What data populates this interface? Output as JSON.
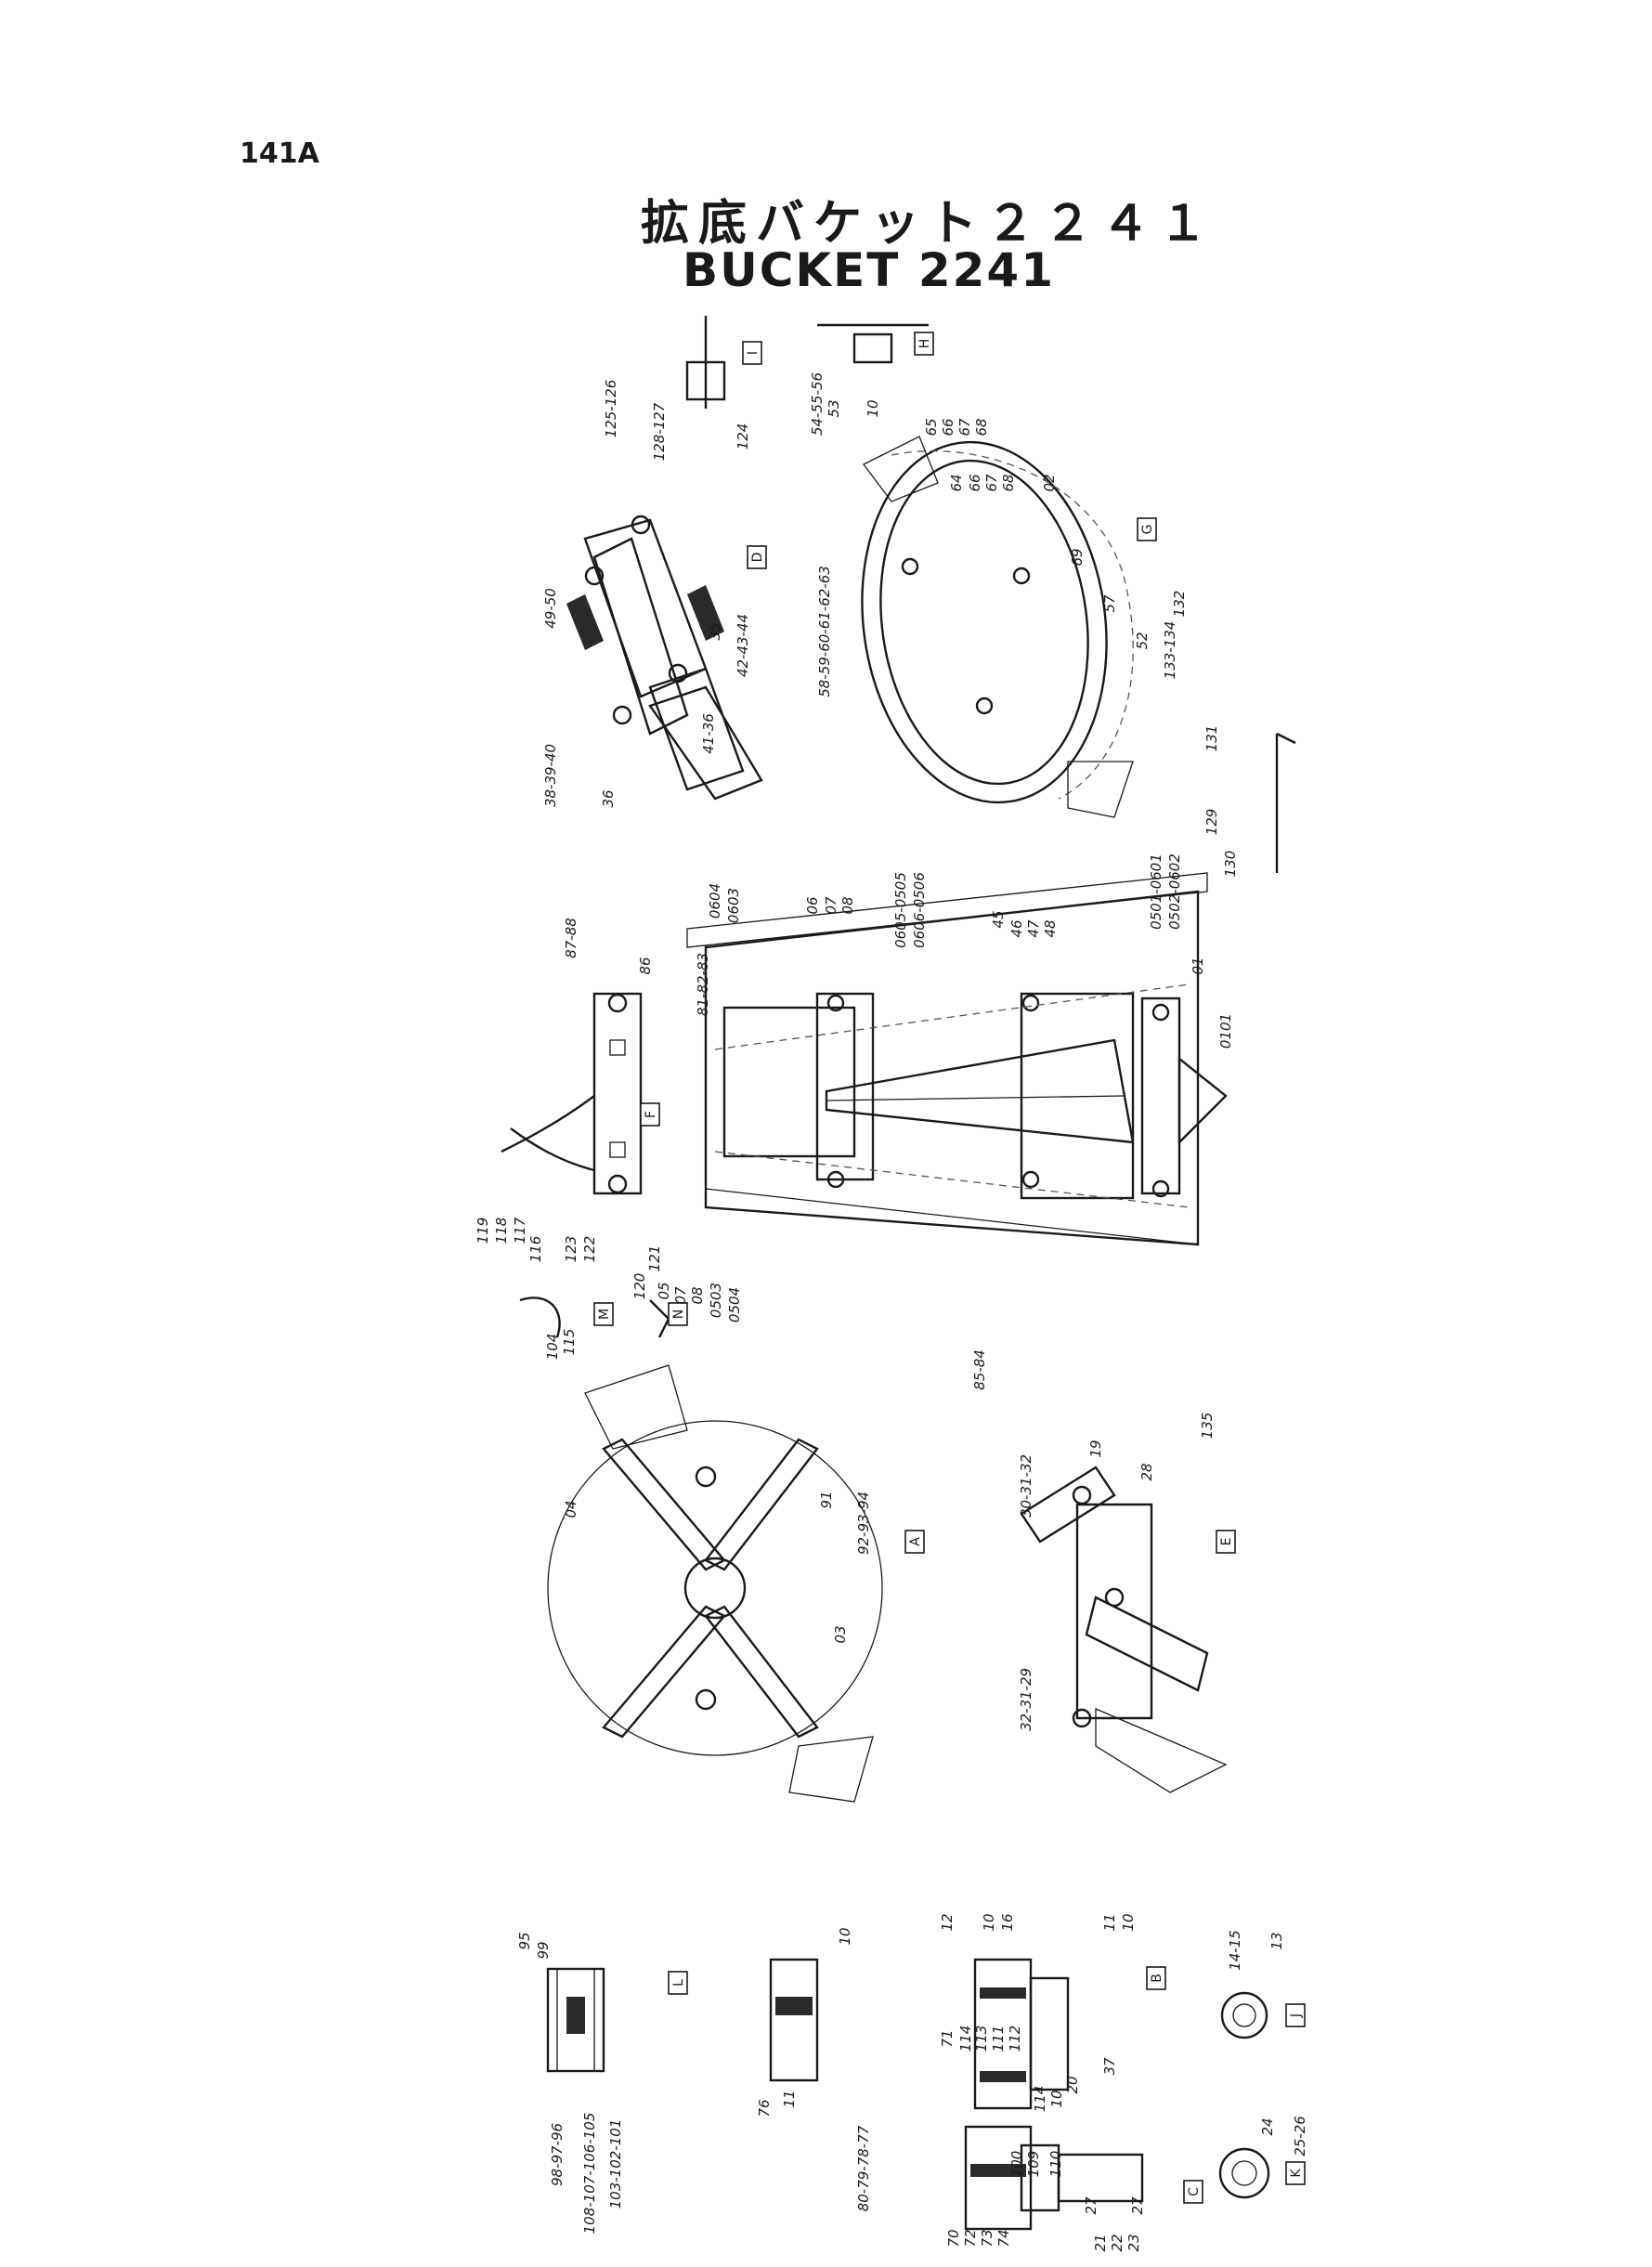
{
  "page_number": "141A",
  "title_jp": "拡底バケット２２４１",
  "title_en": "BUCKET 2241",
  "views": [
    "A",
    "B",
    "C",
    "D",
    "E",
    "F",
    "G",
    "H",
    "I",
    "J",
    "K",
    "L",
    "M",
    "N"
  ],
  "labels": [
    "125-126",
    "128-127",
    "124",
    "54-55-56",
    "53",
    "10",
    "65",
    "66",
    "67",
    "68",
    "64",
    "66",
    "67",
    "68",
    "02",
    "58-59-60-61-62-63",
    "69",
    "57",
    "52",
    "49-50",
    "35",
    "42-43-44",
    "41-36",
    "38-39-40",
    "36",
    "133-134",
    "132",
    "131",
    "129",
    "130",
    "87-88",
    "86",
    "81-82-83",
    "0604",
    "0603",
    "06",
    "07",
    "08",
    "0605-0505",
    "0606-0506",
    "45",
    "46",
    "47",
    "48",
    "0501-0601",
    "0502-0602",
    "01",
    "0101",
    "119",
    "118",
    "117",
    "116",
    "123",
    "122",
    "121",
    "120",
    "104",
    "115",
    "05",
    "07",
    "08",
    "0503",
    "0504",
    "85-84",
    "04",
    "91",
    "92-93-94",
    "03",
    "30-31-32",
    "19",
    "28",
    "32-31-29",
    "135",
    "95",
    "99",
    "98-97-96",
    "108-107-106-105",
    "103-102-101",
    "10",
    "76",
    "11",
    "80-79-78-77",
    "12",
    "10",
    "16",
    "11",
    "10",
    "37",
    "71",
    "114",
    "113",
    "111",
    "112",
    "114",
    "10",
    "20",
    "70",
    "72",
    "73",
    "74",
    "100",
    "109",
    "110",
    "27",
    "21",
    "22",
    "23",
    "27",
    "14-15",
    "13",
    "24",
    "25-26"
  ]
}
